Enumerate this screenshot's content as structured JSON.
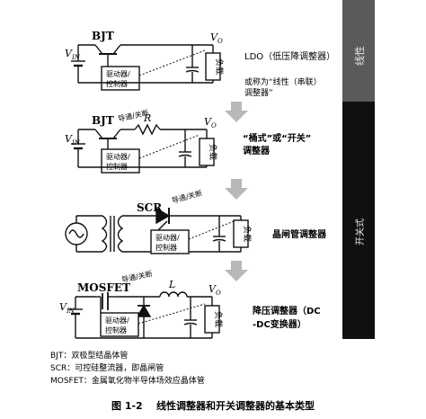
{
  "side_tabs": {
    "linear": "线性",
    "switching": "开关式"
  },
  "circuits": [
    {
      "id": "ldo",
      "device": "BJT",
      "vin": "V",
      "vin_sub": "IN",
      "vo": "V",
      "vo_sub": "O",
      "driver_line1": "驱动器/",
      "driver_line2": "控制器",
      "load": "负载",
      "caption_line1": "LDO（低压降调整器）",
      "caption_line2": "或称为“线性（串联）",
      "caption_line3": "调整器”"
    },
    {
      "id": "bucket",
      "device": "BJT",
      "switch_note": "导通/关断",
      "resistor": "R",
      "vin": "V",
      "vin_sub": "IN",
      "vo": "V",
      "vo_sub": "O",
      "driver_line1": "驱动器/",
      "driver_line2": "控制器",
      "load": "负载",
      "caption_line1": "“桶式”或“开关”",
      "caption_line2": "调整器"
    },
    {
      "id": "scr",
      "device": "SCR",
      "switch_note": "导通/关断",
      "driver_line1": "驱动器/",
      "driver_line2": "控制器",
      "load": "负载",
      "caption_line1": "晶闸管调整器"
    },
    {
      "id": "buck",
      "device": "MOSFET",
      "switch_note": "导通/关断",
      "inductor": "L",
      "vin": "V",
      "vin_sub": "IN",
      "vo": "V",
      "vo_sub": "O",
      "driver_line1": "驱动器/",
      "driver_line2": "控制器",
      "load": "负载",
      "caption_line1": "降压调整器（DC",
      "caption_line2": "-DC变换器）"
    }
  ],
  "legend": [
    "BJT：双极型结晶体管",
    "SCR：可控硅整流器，即晶闸管",
    "MOSFET：金属氧化物半导体场效应晶体管"
  ],
  "figure_caption": "图 1-2    线性调整器和开关调整器的基本类型",
  "colors": {
    "ink": "#111111",
    "linear_tab": "#5a5a5a",
    "switching_tab": "#101010",
    "tab_text": "#e8e8e8",
    "arrow": "#b8b8b8"
  }
}
